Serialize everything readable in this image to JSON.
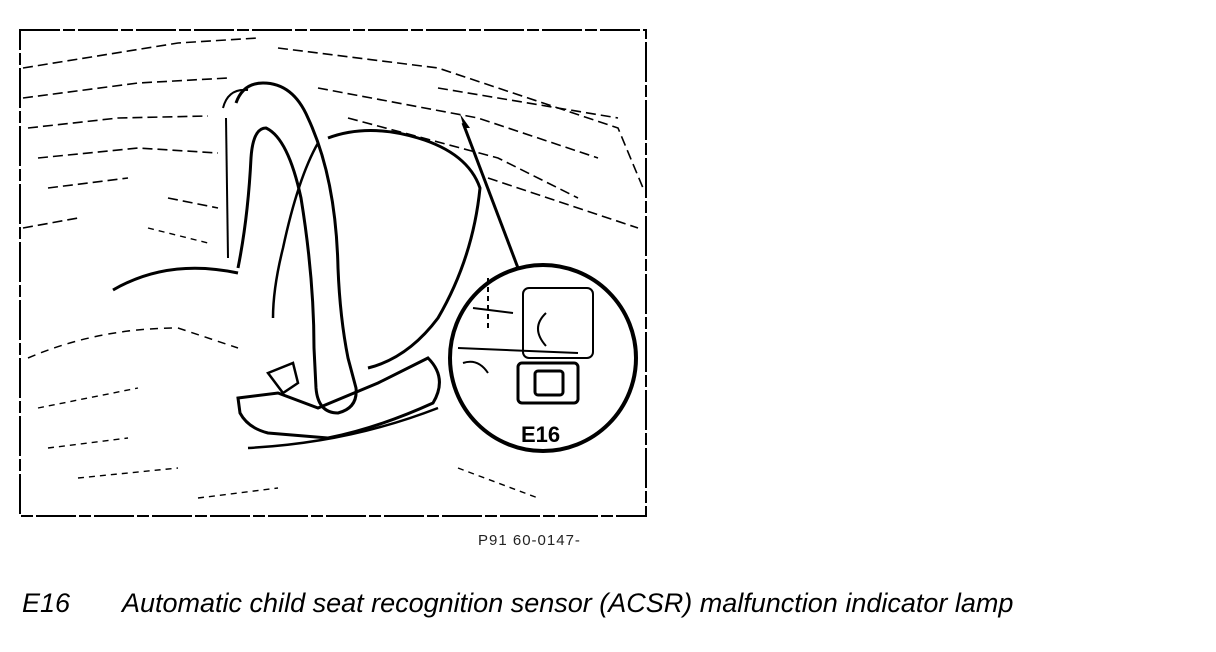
{
  "figure": {
    "callout_label": "E16",
    "figure_code": "P91 60-0147-"
  },
  "caption": {
    "code": "E16",
    "text": "Automatic child seat recognition sensor (ACSR) malfunction indicator lamp"
  }
}
